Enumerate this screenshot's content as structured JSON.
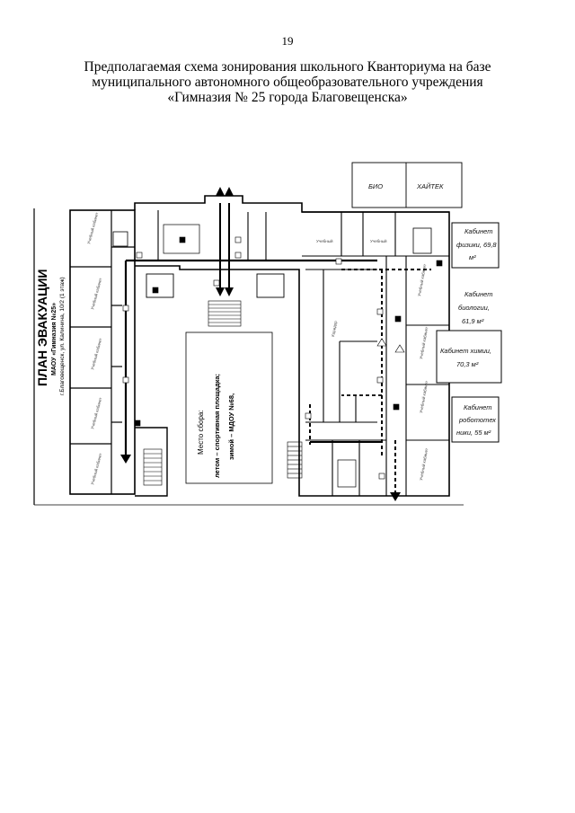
{
  "page": {
    "number": "19",
    "title_lines": [
      "Предполагаемая схема зонирования школьного Кванториума на базе",
      "муниципального автономного общеобразовательного учреждения",
      "«Гимназия № 25 города Благовещенска»"
    ]
  },
  "plan": {
    "evac_title": "ПЛАН ЭВАКУАЦИИ",
    "org": "МАОУ «Гимназия №25»",
    "address": "г.Благовещенск, ул. Калинина, 10/2 (1 этаж)",
    "assembly": {
      "heading": "Место сбора:",
      "summer": "летом – спортивная площадка;",
      "winter": "зимой – МДОУ №68,"
    },
    "zones": {
      "bio": "БИО",
      "hitech": "ХАЙТЕК",
      "physics": [
        "Кабинет",
        "физики, 69,8",
        "м²"
      ],
      "biology": [
        "Кабинет",
        "биологии,",
        "61,9 м²"
      ],
      "chemistry": [
        "Кабинет химии,",
        "70,3 м²"
      ],
      "robotics": [
        "Кабинет",
        "робототех",
        "ники, 55 м²"
      ]
    },
    "room_label": "Учебный кабинет",
    "corridor_label": "Коридор"
  }
}
